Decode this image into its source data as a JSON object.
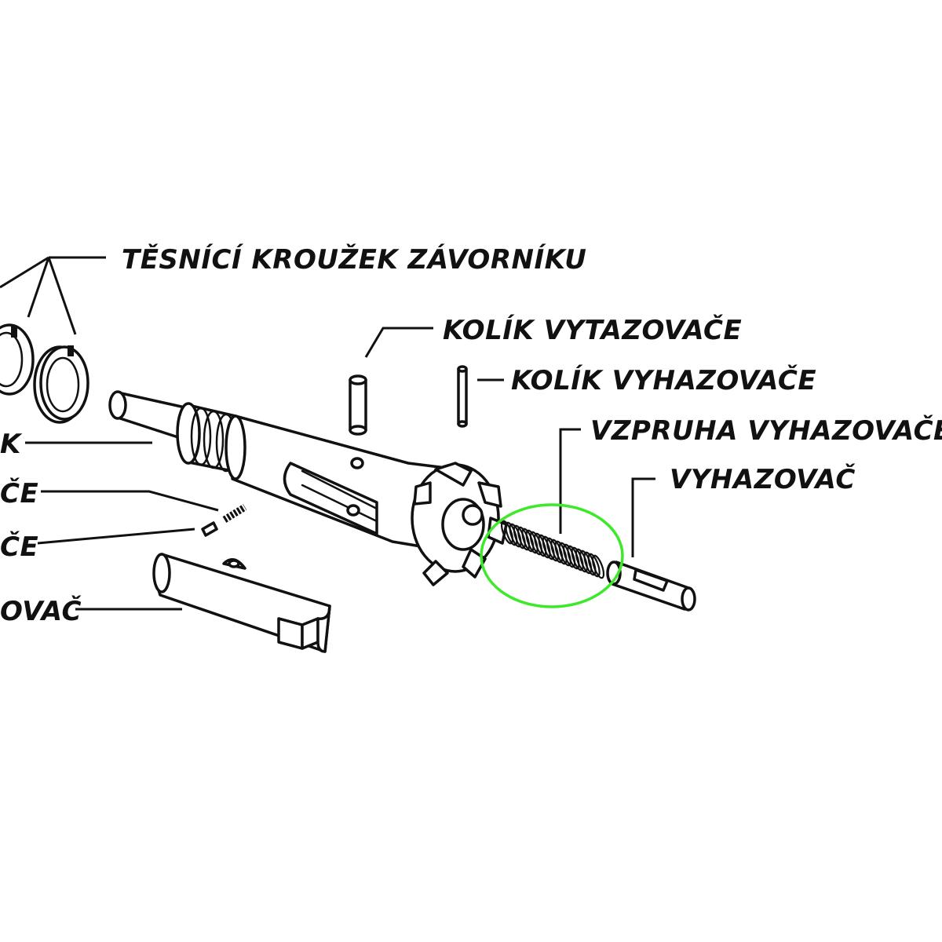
{
  "labels": {
    "gas_rings": "TĚSNÍCÍ KROUŽEK ZÁVORNÍKU",
    "extractor_pin": "KOLÍK VYTAZOVAČE",
    "ejector_pin": "KOLÍK VYHAZOVAČE",
    "ejector_spring": "VZPRUHA VYHAZOVAČE",
    "ejector": "VYHAZOVAČ",
    "left_bolt": "K",
    "left_spring": "ČE",
    "left_pin": "ČE",
    "left_extractor": "OVAČ"
  },
  "colors": {
    "highlight": "#3ee82a",
    "ink": "#111111",
    "background": "#ffffff"
  },
  "highlighted_part": "ejector_spring"
}
